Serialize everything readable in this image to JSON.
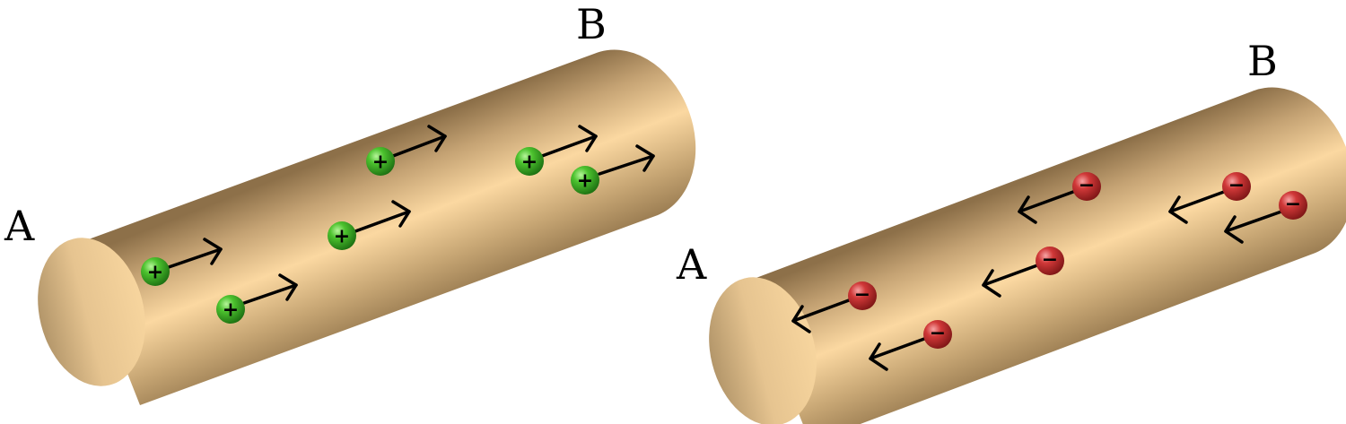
{
  "wires": [
    {
      "id": "positive-wire",
      "end_a_label": "A",
      "end_b_label": "B",
      "carrier_sign": "+",
      "carrier_color": "#2fa81f",
      "arrow_direction": "toward B",
      "carrier_count": 6
    },
    {
      "id": "negative-wire",
      "end_a_label": "A",
      "end_b_label": "B",
      "carrier_sign": "−",
      "carrier_color": "#c42a2a",
      "arrow_direction": "toward A",
      "carrier_count": 6
    }
  ],
  "colors": {
    "wire_body": "#d9b98c",
    "wire_highlight": "#fbd9a2",
    "wire_shadow": "#8a6f49",
    "arrow": "#000000"
  }
}
